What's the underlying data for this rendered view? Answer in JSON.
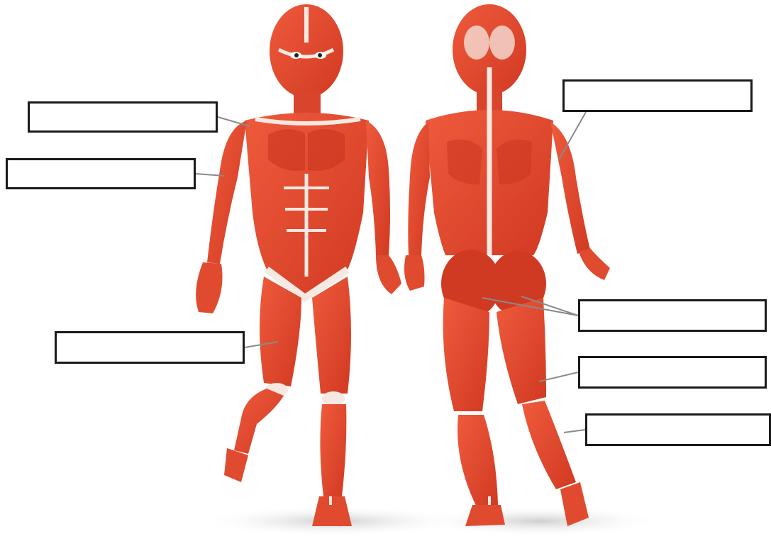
{
  "diagram": {
    "figures": [
      {
        "view": "front"
      },
      {
        "view": "back"
      }
    ],
    "label_boxes": [
      {
        "id": "box-1",
        "text": "",
        "points_to": "front-shoulder"
      },
      {
        "id": "box-2",
        "text": "",
        "points_to": "front-upper-arm"
      },
      {
        "id": "box-3",
        "text": "",
        "points_to": "front-thigh"
      },
      {
        "id": "box-4",
        "text": "",
        "points_to": "back-upper-arm"
      },
      {
        "id": "box-5",
        "text": "",
        "points_to": "buttocks"
      },
      {
        "id": "box-6",
        "text": "",
        "points_to": "back-thigh"
      },
      {
        "id": "box-7",
        "text": "",
        "points_to": "calf"
      }
    ],
    "colors": {
      "muscle": "#e2412a",
      "muscle_dark": "#b8281a",
      "tendon": "#f6e9e2",
      "box_border": "#1a1a1a",
      "leader_line": "#8a8a8a"
    }
  }
}
